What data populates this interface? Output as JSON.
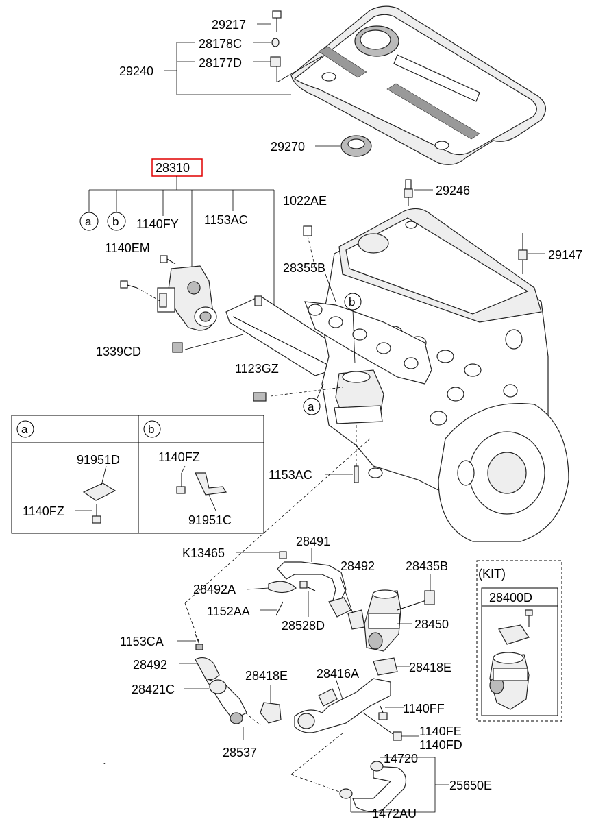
{
  "labels": {
    "p29217": "29217",
    "p28178C": "28178C",
    "p29240": "29240",
    "p28177D": "28177D",
    "p29270": "29270",
    "p28310": "28310",
    "p29246": "29246",
    "p1022AE": "1022AE",
    "p29147": "29147",
    "p1140FY": "1140FY",
    "p1153AC_top": "1153AC",
    "p1140EM": "1140EM",
    "p28355B": "28355B",
    "p1339CD": "1339CD",
    "p1123GZ": "1123GZ",
    "p91951D": "91951D",
    "p1140FZ_b": "1140FZ",
    "p1140FZ_a": "1140FZ",
    "p91951C": "91951C",
    "p1153AC_mid": "1153AC",
    "pK13465": "K13465",
    "p28491": "28491",
    "p28492_top": "28492",
    "p28435B": "28435B",
    "p28492A": "28492A",
    "p1152AA": "1152AA",
    "p28528D": "28528D",
    "p28450": "28450",
    "p1153CA": "1153CA",
    "p28492_low": "28492",
    "p28418E_right": "28418E",
    "p28421C": "28421C",
    "p28418E_left": "28418E",
    "p28416A": "28416A",
    "p1140FF": "1140FF",
    "p1140FE": "1140FE",
    "p1140FD": "1140FD",
    "p28537": "28537",
    "p14720": "14720",
    "p25650E": "25650E",
    "p1472AU": "1472AU",
    "kit": "(KIT)",
    "p28400D": "28400D"
  },
  "callouts": {
    "a": "a",
    "b": "b"
  },
  "colors": {
    "highlight": "#e00000"
  }
}
